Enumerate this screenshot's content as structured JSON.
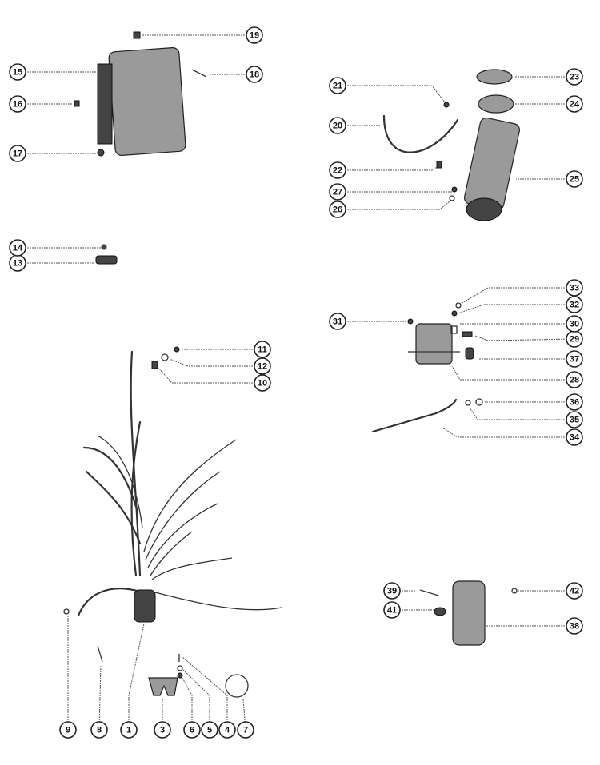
{
  "diagram": {
    "type": "exploded parts diagram",
    "callouts": [
      "1",
      "3",
      "4",
      "5",
      "6",
      "7",
      "8",
      "9",
      "10",
      "11",
      "12",
      "13",
      "14",
      "15",
      "16",
      "17",
      "18",
      "19",
      "20",
      "21",
      "22",
      "23",
      "24",
      "25",
      "26",
      "27",
      "28",
      "29",
      "30",
      "31",
      "32",
      "33",
      "34",
      "35",
      "36",
      "37",
      "38",
      "39",
      "41",
      "42"
    ]
  }
}
